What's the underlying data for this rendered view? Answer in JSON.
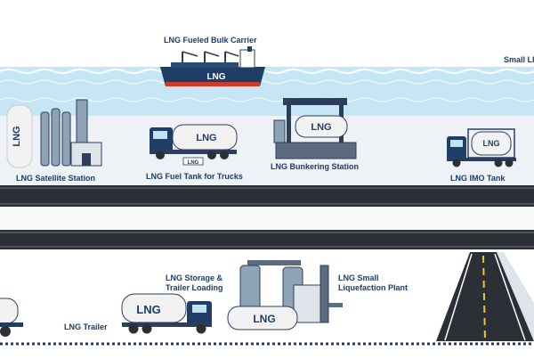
{
  "scene": {
    "colors": {
      "sky": "#ffffff",
      "sea": "#bfe3f3",
      "road": "#2c2f36",
      "navy": "#1f3d66",
      "tank": "#f2f2f2",
      "hull_red": "#d23b2b",
      "lane": "#f4c430",
      "outline": "#2d3e5a"
    },
    "labels": {
      "carrier": "LNG Fueled Bulk Carrier",
      "small_lng": "Small LI",
      "satellite": "LNG Satellite Station",
      "fuel_tank_trucks": "LNG Fuel Tank for Trucks",
      "bunkering": "LNG Bunkering Station",
      "imo_tank": "LNG IMO Tank",
      "trailer": "LNG Trailer",
      "storage_loading": "LNG Storage & Trailer Loading",
      "small_liquefaction": "LNG Small Liquefaction Plant"
    },
    "tank_text": {
      "ship": "LNG",
      "satellite": "LNG",
      "truck": "LNG",
      "truck_plate": "LNG",
      "bunkering": "LNG",
      "imo": "LNG",
      "storage": "LNG",
      "plant": "LNG"
    }
  }
}
